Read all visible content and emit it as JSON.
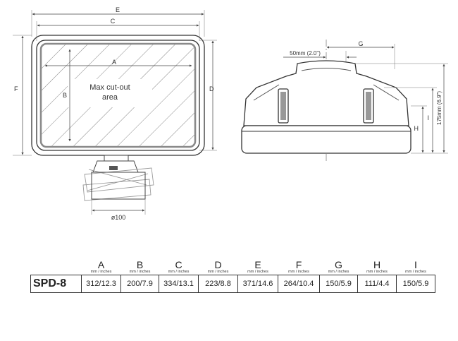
{
  "drawing": {
    "front_labels": {
      "e": "E",
      "c": "C",
      "a": "A",
      "b": "B",
      "d": "D",
      "f": "F",
      "cutout_line1": "Max cut-out",
      "cutout_line2": "area",
      "base_diameter": "ø100"
    },
    "side_labels": {
      "g": "G",
      "center_offset": "50mm (2.0\")",
      "h": "H",
      "i": "I",
      "overall_height": "175mm (6.9\")"
    }
  },
  "table": {
    "model": "SPD-8",
    "unit_label": "mm / inches",
    "columns": [
      "A",
      "B",
      "C",
      "D",
      "E",
      "F",
      "G",
      "H",
      "I"
    ],
    "values": [
      "312/12.3",
      "200/7.9",
      "334/13.1",
      "223/8.8",
      "371/14.6",
      "264/10.4",
      "150/5.9",
      "111/4.4",
      "150/5.9"
    ]
  }
}
